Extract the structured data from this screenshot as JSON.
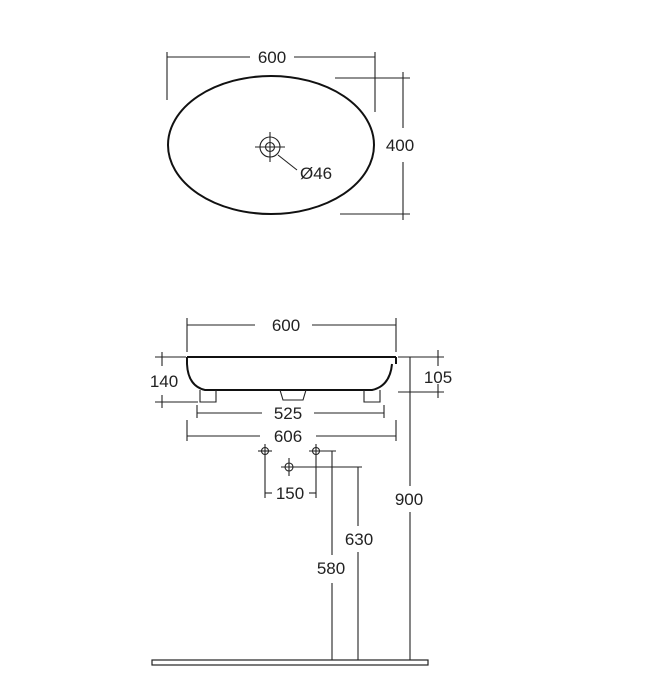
{
  "top_view": {
    "width_label": "600",
    "depth_label": "400",
    "waste_label": "Ø46"
  },
  "side_view": {
    "width_label": "600",
    "height_label": "140",
    "bowl_height_label": "105",
    "base_width_label": "525",
    "wall_width_label": "606",
    "fixing_spacing_label": "150",
    "height_630_label": "630",
    "height_580_label": "580",
    "height_900_label": "900"
  }
}
